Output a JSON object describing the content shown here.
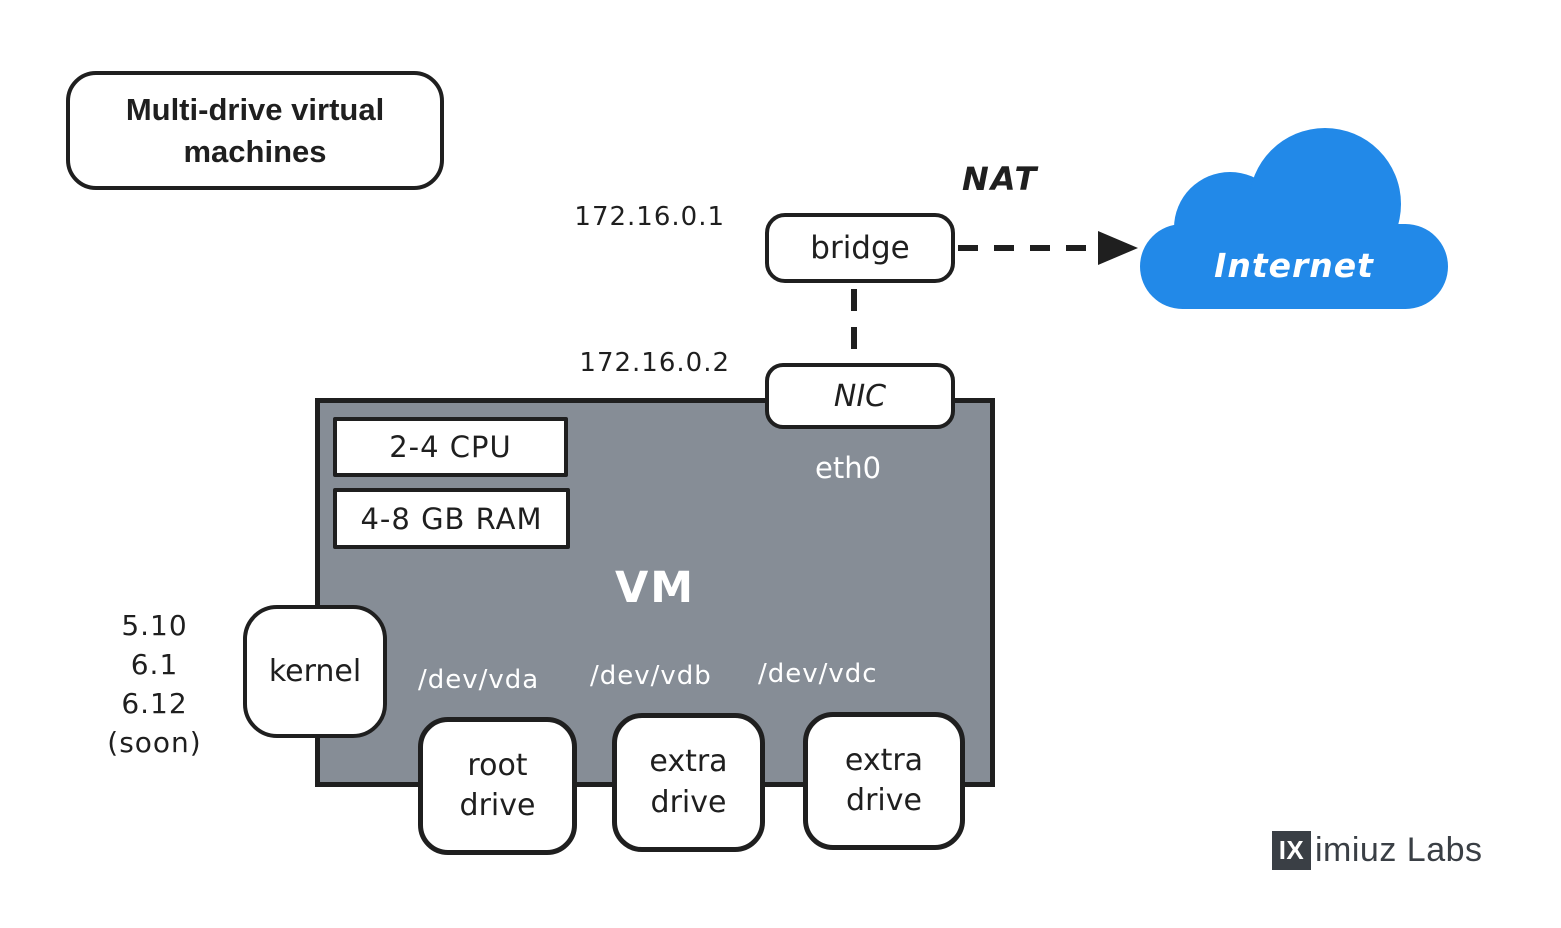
{
  "title": {
    "text": "Multi-drive virtual machines"
  },
  "network": {
    "bridge_ip": "172.16.0.1",
    "nic_ip": "172.16.0.2",
    "bridge_label": "bridge",
    "nat_label": "NAT",
    "internet_label": "Internet",
    "nic_label": "NIC",
    "eth_label": "eth0"
  },
  "vm": {
    "label": "VM",
    "cpu": "2-4 CPU",
    "ram": "4-8 GB RAM",
    "kernel_label": "kernel",
    "kernel_versions": [
      "5.10",
      "6.1",
      "6.12",
      "(soon)"
    ],
    "drives": [
      {
        "device": "/dev/vda",
        "label": "root drive"
      },
      {
        "device": "/dev/vdb",
        "label": "extra drive"
      },
      {
        "device": "/dev/vdc",
        "label": "extra drive"
      }
    ]
  },
  "branding": {
    "logo_mark": "IX",
    "logo_text": "imiuz Labs"
  },
  "colors": {
    "ink": "#1f1f1f",
    "vm_fill": "#868D96",
    "cloud_blue": "#2289E8",
    "logo_dark": "#3A3F45",
    "white": "#ffffff"
  }
}
